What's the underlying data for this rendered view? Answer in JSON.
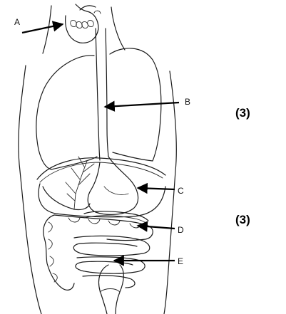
{
  "labels": {
    "a": "A",
    "b": "B",
    "c": "C",
    "d": "D",
    "e": "E"
  },
  "marks": {
    "top": "(3)",
    "bottom": "(3)"
  }
}
